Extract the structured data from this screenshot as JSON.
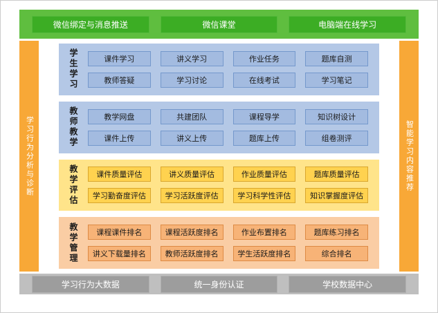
{
  "colors": {
    "green_bar": "#5FBE3F",
    "green_button": "#3CAD24",
    "orange_sidebar": "#F8A837",
    "blue_panel": "#B4C8E6",
    "blue_button": "#A3BBE0",
    "yellow_panel": "#FFE48A",
    "yellow_button": "#FFD24F",
    "peach_panel": "#FACDA4",
    "peach_button": "#F7B377",
    "gray_bar": "#BFBFBF",
    "gray_button": "#9D9D9D"
  },
  "top_bar": {
    "items": [
      "微信绑定与消息推送",
      "微信课堂",
      "电脑端在线学习"
    ]
  },
  "left_sidebar": {
    "label": "学习行为分析与诊断"
  },
  "right_sidebar": {
    "label": "智能学习内容推荐"
  },
  "sections": [
    {
      "label": "学生学习",
      "rows": [
        [
          "课件学习",
          "讲义学习",
          "作业任务",
          "题库自测"
        ],
        [
          "教师答疑",
          "学习讨论",
          "在线考试",
          "学习笔记"
        ]
      ]
    },
    {
      "label": "教师教学",
      "rows": [
        [
          "教学网盘",
          "共建团队",
          "课程导学",
          "知识树设计"
        ],
        [
          "课件上传",
          "讲义上传",
          "题库上传",
          "组卷测评"
        ]
      ]
    },
    {
      "label": "教学评估",
      "rows": [
        [
          "课件质量评估",
          "讲义质量评估",
          "作业质量评估",
          "题库质量评估"
        ],
        [
          "学习勤奋度评估",
          "学习活跃度评估",
          "学习科学性评估",
          "知识掌握度评估"
        ]
      ]
    },
    {
      "label": "教学管理",
      "rows": [
        [
          "课程课件排名",
          "课程活跃度排名",
          "作业布置排名",
          "题库练习排名"
        ],
        [
          "讲义下载量排名",
          "教师活跃度排名",
          "学生活跃度排名",
          "综合排名"
        ]
      ]
    }
  ],
  "bottom_bar": {
    "items": [
      "学习行为大数据",
      "统一身份认证",
      "学校数据中心"
    ]
  }
}
